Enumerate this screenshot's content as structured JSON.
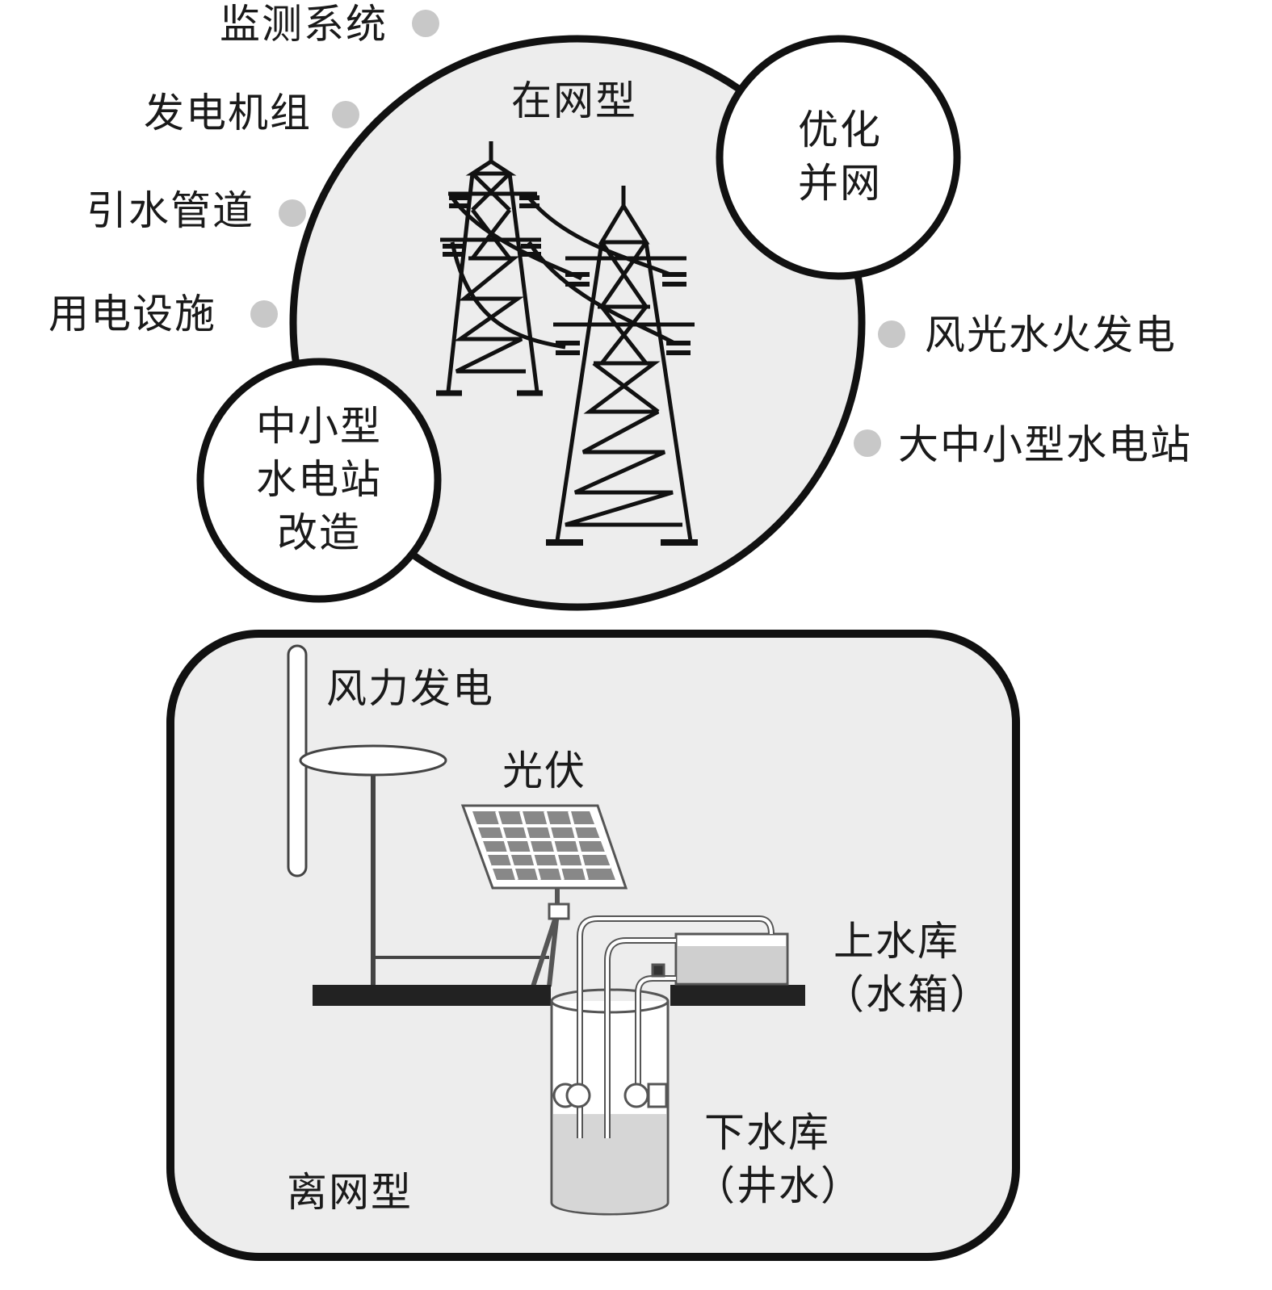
{
  "colors": {
    "fill": "#ededed",
    "stroke": "#111111",
    "dot": "#c8c8c8"
  },
  "on_grid": {
    "title": "在网型",
    "left_items": [
      "监测系统",
      "发电机组",
      "引水管道",
      "用电设施"
    ],
    "right_items": [
      "风光水火发电",
      "大中小型水电站"
    ],
    "optimize_circle": [
      "优化",
      "并网"
    ],
    "retrofit_circle": [
      "中小型",
      "水电站",
      "改造"
    ]
  },
  "off_grid": {
    "title": "离网型",
    "wind": "风力发电",
    "pv": "光伏",
    "upper_reservoir": [
      "上水库",
      "（水箱）"
    ],
    "lower_reservoir": [
      "下水库",
      "（井水）"
    ]
  }
}
